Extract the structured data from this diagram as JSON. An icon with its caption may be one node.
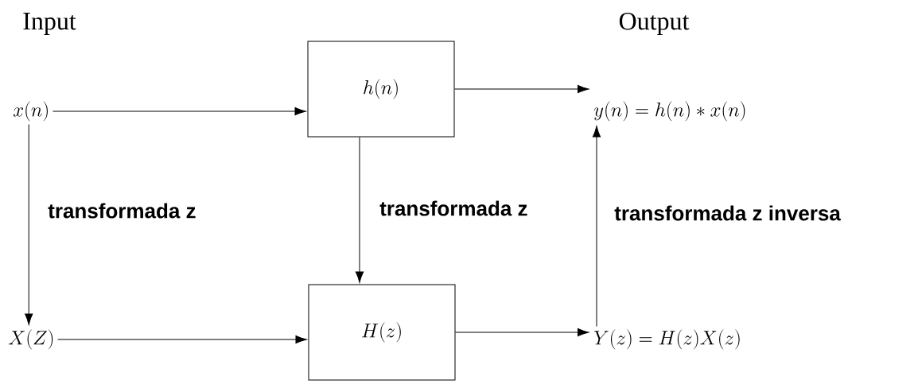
{
  "diagram": {
    "nodes": [
      {
        "text": [
          "x(n)"
        ]
      },
      {
        "text": [
          "h(n)"
        ]
      },
      {
        "text": [
          "y(n)=h(n)*x(n)"
        ]
      },
      {
        "text": [
          "X(Z)"
        ]
      },
      {
        "text": [
          "H(z)"
        ]
      },
      {
        "text": [
          "Y(z)=H(z)X(z)"
        ]
      }
    ],
    "edges": [
      {
        "from": 0,
        "to": 1,
        "arrow": "to"
      },
      {
        "from": 1,
        "to": 2,
        "arrow": "to"
      },
      {
        "from": 3,
        "to": 4,
        "arrow": "to"
      },
      {
        "from": 4,
        "to": 5,
        "arrow": "to"
      },
      {
        "from": 0,
        "to": 3,
        "arrow": "to",
        "label": "transformada z"
      },
      {
        "from": 1,
        "to": 4,
        "arrow": "to",
        "label": "transformada z"
      },
      {
        "from": 5,
        "to": 2,
        "arrow": "to",
        "label": "transformada z inversa"
      }
    ],
    "labels": [
      "Input",
      "Output"
    ]
  }
}
